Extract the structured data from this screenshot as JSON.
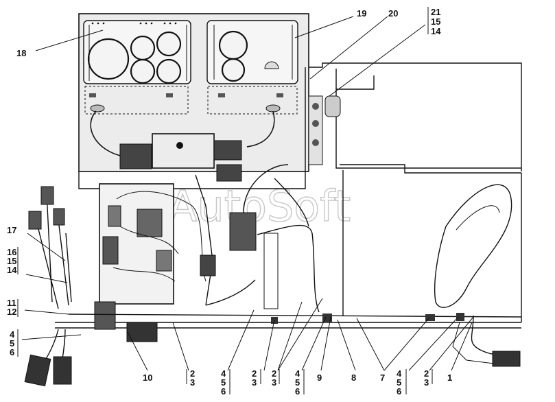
{
  "watermark": "AutoSoft",
  "callouts": [
    {
      "id": "c18",
      "text": "18"
    },
    {
      "id": "c19",
      "text": "19"
    },
    {
      "id": "c20",
      "text": "20"
    },
    {
      "id": "c21",
      "lines": [
        "21",
        "15",
        "14"
      ]
    },
    {
      "id": "c17",
      "text": "17"
    },
    {
      "id": "c16",
      "lines": [
        "16",
        "15",
        "14"
      ]
    },
    {
      "id": "c11",
      "lines": [
        "11",
        "12"
      ]
    },
    {
      "id": "c4l",
      "lines": [
        "4",
        "5",
        "6"
      ]
    },
    {
      "id": "c10",
      "text": "10"
    },
    {
      "id": "c2a",
      "lines": [
        "2",
        "3"
      ]
    },
    {
      "id": "c4a",
      "lines": [
        "4",
        "5",
        "6"
      ]
    },
    {
      "id": "c2b",
      "lines": [
        "2",
        "3"
      ]
    },
    {
      "id": "c2c",
      "lines": [
        "2",
        "3"
      ]
    },
    {
      "id": "c4b",
      "lines": [
        "4",
        "5",
        "6"
      ]
    },
    {
      "id": "c9",
      "text": "9"
    },
    {
      "id": "c8",
      "text": "8"
    },
    {
      "id": "c7",
      "text": "7"
    },
    {
      "id": "c4c",
      "lines": [
        "4",
        "5",
        "6"
      ]
    },
    {
      "id": "c2d",
      "lines": [
        "2",
        "3"
      ]
    },
    {
      "id": "c1",
      "text": "1"
    }
  ]
}
